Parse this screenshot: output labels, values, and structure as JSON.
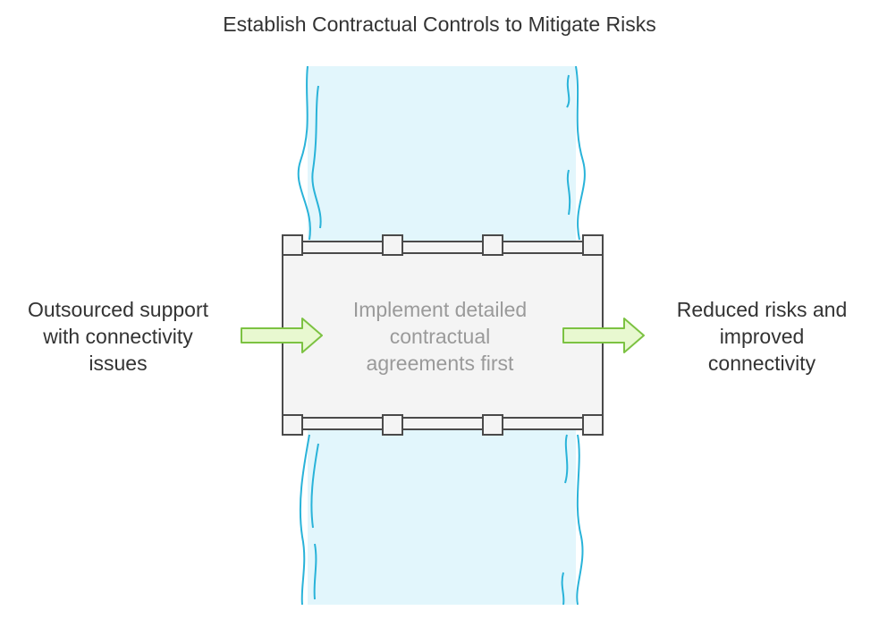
{
  "title": "Establish Contractual Controls to Mitigate Risks",
  "input": {
    "lines": [
      "Outsourced support",
      "with connectivity",
      "issues"
    ]
  },
  "bridge": {
    "lines": [
      "Implement detailed",
      "contractual",
      "agreements first"
    ]
  },
  "output": {
    "lines": [
      "Reduced risks and",
      "improved",
      "connectivity"
    ]
  },
  "colors": {
    "river_fill": "#e2f6fc",
    "river_line": "#29b3d9",
    "bridge_fill": "#f4f4f4",
    "bridge_stroke": "#4a4a4a",
    "arrow_fill": "#e8f8d0",
    "arrow_stroke": "#7cc242",
    "text": "#333333",
    "muted_text": "#9a9a9a"
  },
  "icons": {
    "left_arrow": "right-arrow-icon",
    "right_arrow": "right-arrow-icon"
  }
}
